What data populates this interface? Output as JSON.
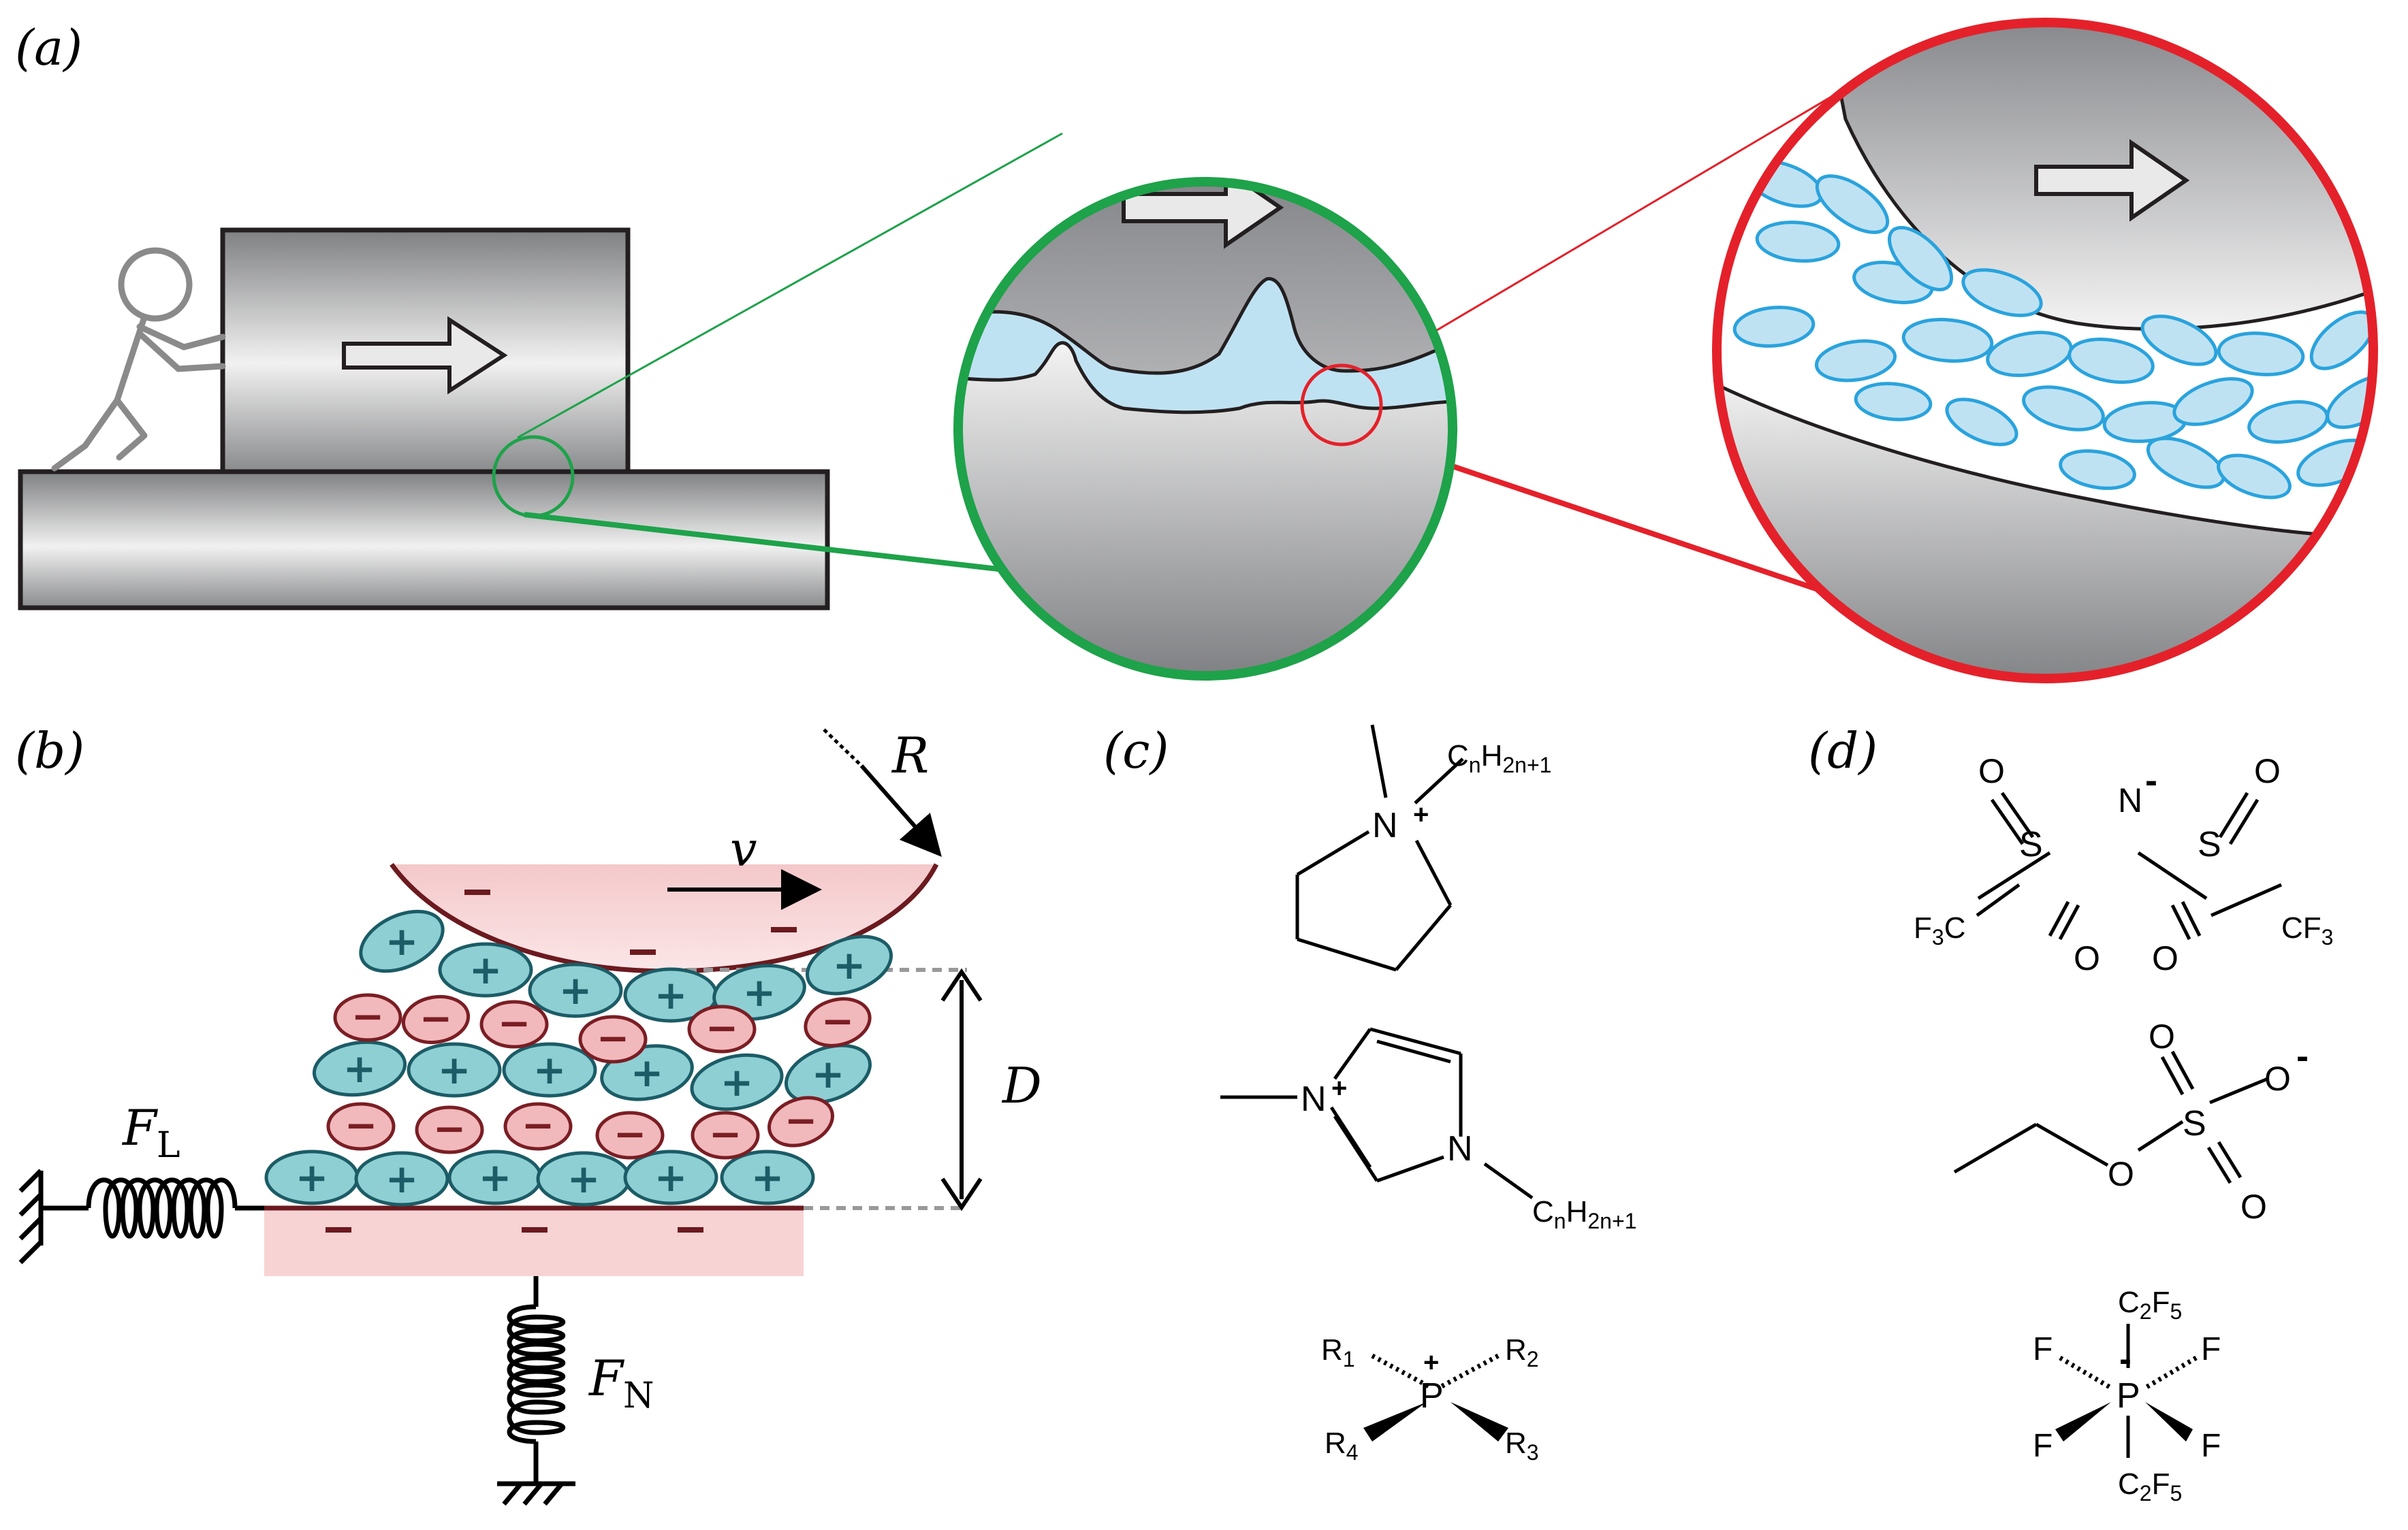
{
  "panels": {
    "a": "(a)",
    "b": "(b)",
    "c": "(c)",
    "d": "(d)"
  },
  "panel_b": {
    "radius_symbol": "R",
    "velocity_symbol": "v",
    "distance_symbol": "D",
    "lateral_force": "F",
    "lateral_force_sub": "L",
    "normal_force": "F",
    "normal_force_sub": "N",
    "cation_sign": "+",
    "anion_sign": "−"
  },
  "panel_c": {
    "pyrrolidinium": {
      "n": "N",
      "charge": "+",
      "chain": "C",
      "chain_n": "n",
      "chain_h": "H",
      "chain_sub": "2n+1"
    },
    "imidazolium": {
      "n1": "N",
      "charge": "+",
      "n2": "N",
      "chain": "C",
      "chain_n": "n",
      "chain_h": "H",
      "chain_sub": "2n+1"
    },
    "phosphonium": {
      "p": "P",
      "charge": "+",
      "r": "R",
      "r1": "1",
      "r2": "2",
      "r3": "3",
      "r4": "4"
    }
  },
  "panel_d": {
    "tfsi": {
      "n": "N",
      "charge": "-",
      "s": "S",
      "o": "O",
      "left_group": "F",
      "left_sub": "3",
      "left_c": "C",
      "right_group": "CF",
      "right_sub": "3"
    },
    "ethylsulfate": {
      "s": "S",
      "o": "O",
      "charge": "-"
    },
    "fap": {
      "p": "P",
      "charge": "-",
      "f": "F",
      "c": "C",
      "c_sub": "2",
      "f2": "F",
      "f_sub": "5"
    }
  },
  "colors": {
    "green": "#1ea24a",
    "red": "#e4212a",
    "lubricant_fill": "#bfe2f3",
    "lubricant_stroke": "#2aa3dd",
    "cation_fill": "#8ecfd4",
    "cation_stroke": "#1c5c66",
    "anion_fill": "#f1b9bc",
    "anion_stroke": "#7a1e24",
    "surface_pink": "#f7d3d4",
    "surface_line": "#6b1a1f"
  }
}
